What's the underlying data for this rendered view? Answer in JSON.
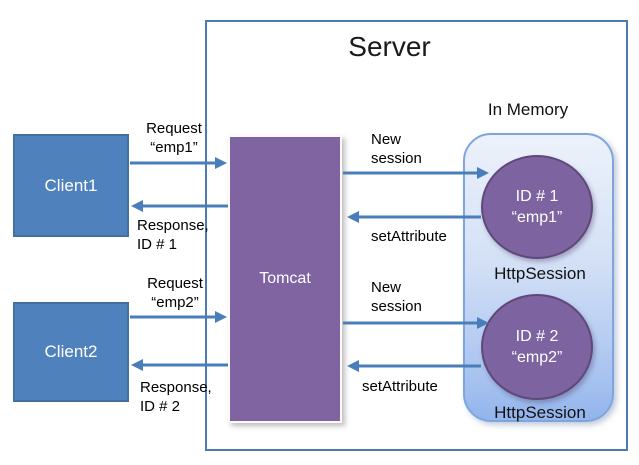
{
  "diagram": {
    "title": "Server",
    "clients": [
      {
        "label": "Client1"
      },
      {
        "label": "Client2"
      }
    ],
    "tomcat_label": "Tomcat",
    "memory": {
      "label": "In Memory",
      "sessions": [
        {
          "id_line": "ID # 1",
          "value_line": "“emp1”",
          "caption": "HttpSession"
        },
        {
          "id_line": "ID # 2",
          "value_line": "“emp2”",
          "caption": "HttpSession"
        }
      ]
    },
    "arrow_labels": {
      "request1": "Request\n“emp1”",
      "response1": "Response,\nID # 1",
      "request2": "Request\n“emp2”",
      "response2": "Response,\nID # 2",
      "new_session1": "New\nsession",
      "set_attribute1": "setAttribute",
      "new_session2": "New\nsession",
      "set_attribute2": "setAttribute"
    },
    "colors": {
      "client_fill": "#4f81bd",
      "client_border": "#41719c",
      "tomcat_fill": "#8064a2",
      "session_fill": "#7d63a0",
      "session_border": "#5f497a",
      "memory_gradient_top": "#edf2fb",
      "memory_gradient_bottom": "#93b4ec",
      "memory_border": "#7ea6dd",
      "server_border": "#4e7ab1",
      "arrow": "#4a7ebb",
      "text_on_dark": "#ffffff",
      "text": "#000000"
    }
  }
}
